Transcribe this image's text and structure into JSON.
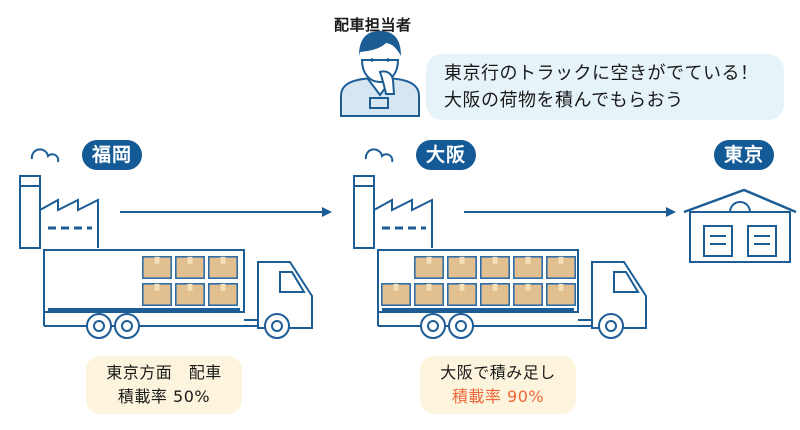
{
  "dispatcher": {
    "role": "配車担当者",
    "speech_line1": "東京行のトラックに空きがでている！",
    "speech_line2": "大阪の荷物を積んでもらおう"
  },
  "cities": {
    "origin": "福岡",
    "middle": "大阪",
    "destination": "東京"
  },
  "notes": {
    "first": {
      "line1": "東京方面　配車",
      "line2": "積載率 50%"
    },
    "second": {
      "line1": "大阪で積み足し",
      "line2": "積載率 90%"
    }
  },
  "colors": {
    "navy": "#135a96",
    "line": "#1d5d96",
    "box": "#e1bf8e",
    "box_edge": "#2f6ea8",
    "bubble": "#e6f3f8",
    "note": "#fcf4dc",
    "highlight": "#f0663a"
  },
  "icons": {
    "person": "person-thinking-icon",
    "factory": "factory-icon",
    "truck": "truck-icon",
    "warehouse": "warehouse-icon",
    "arrow": "arrow-right-icon"
  },
  "truck_loads": {
    "first_boxes": 6,
    "second_boxes": 11
  }
}
